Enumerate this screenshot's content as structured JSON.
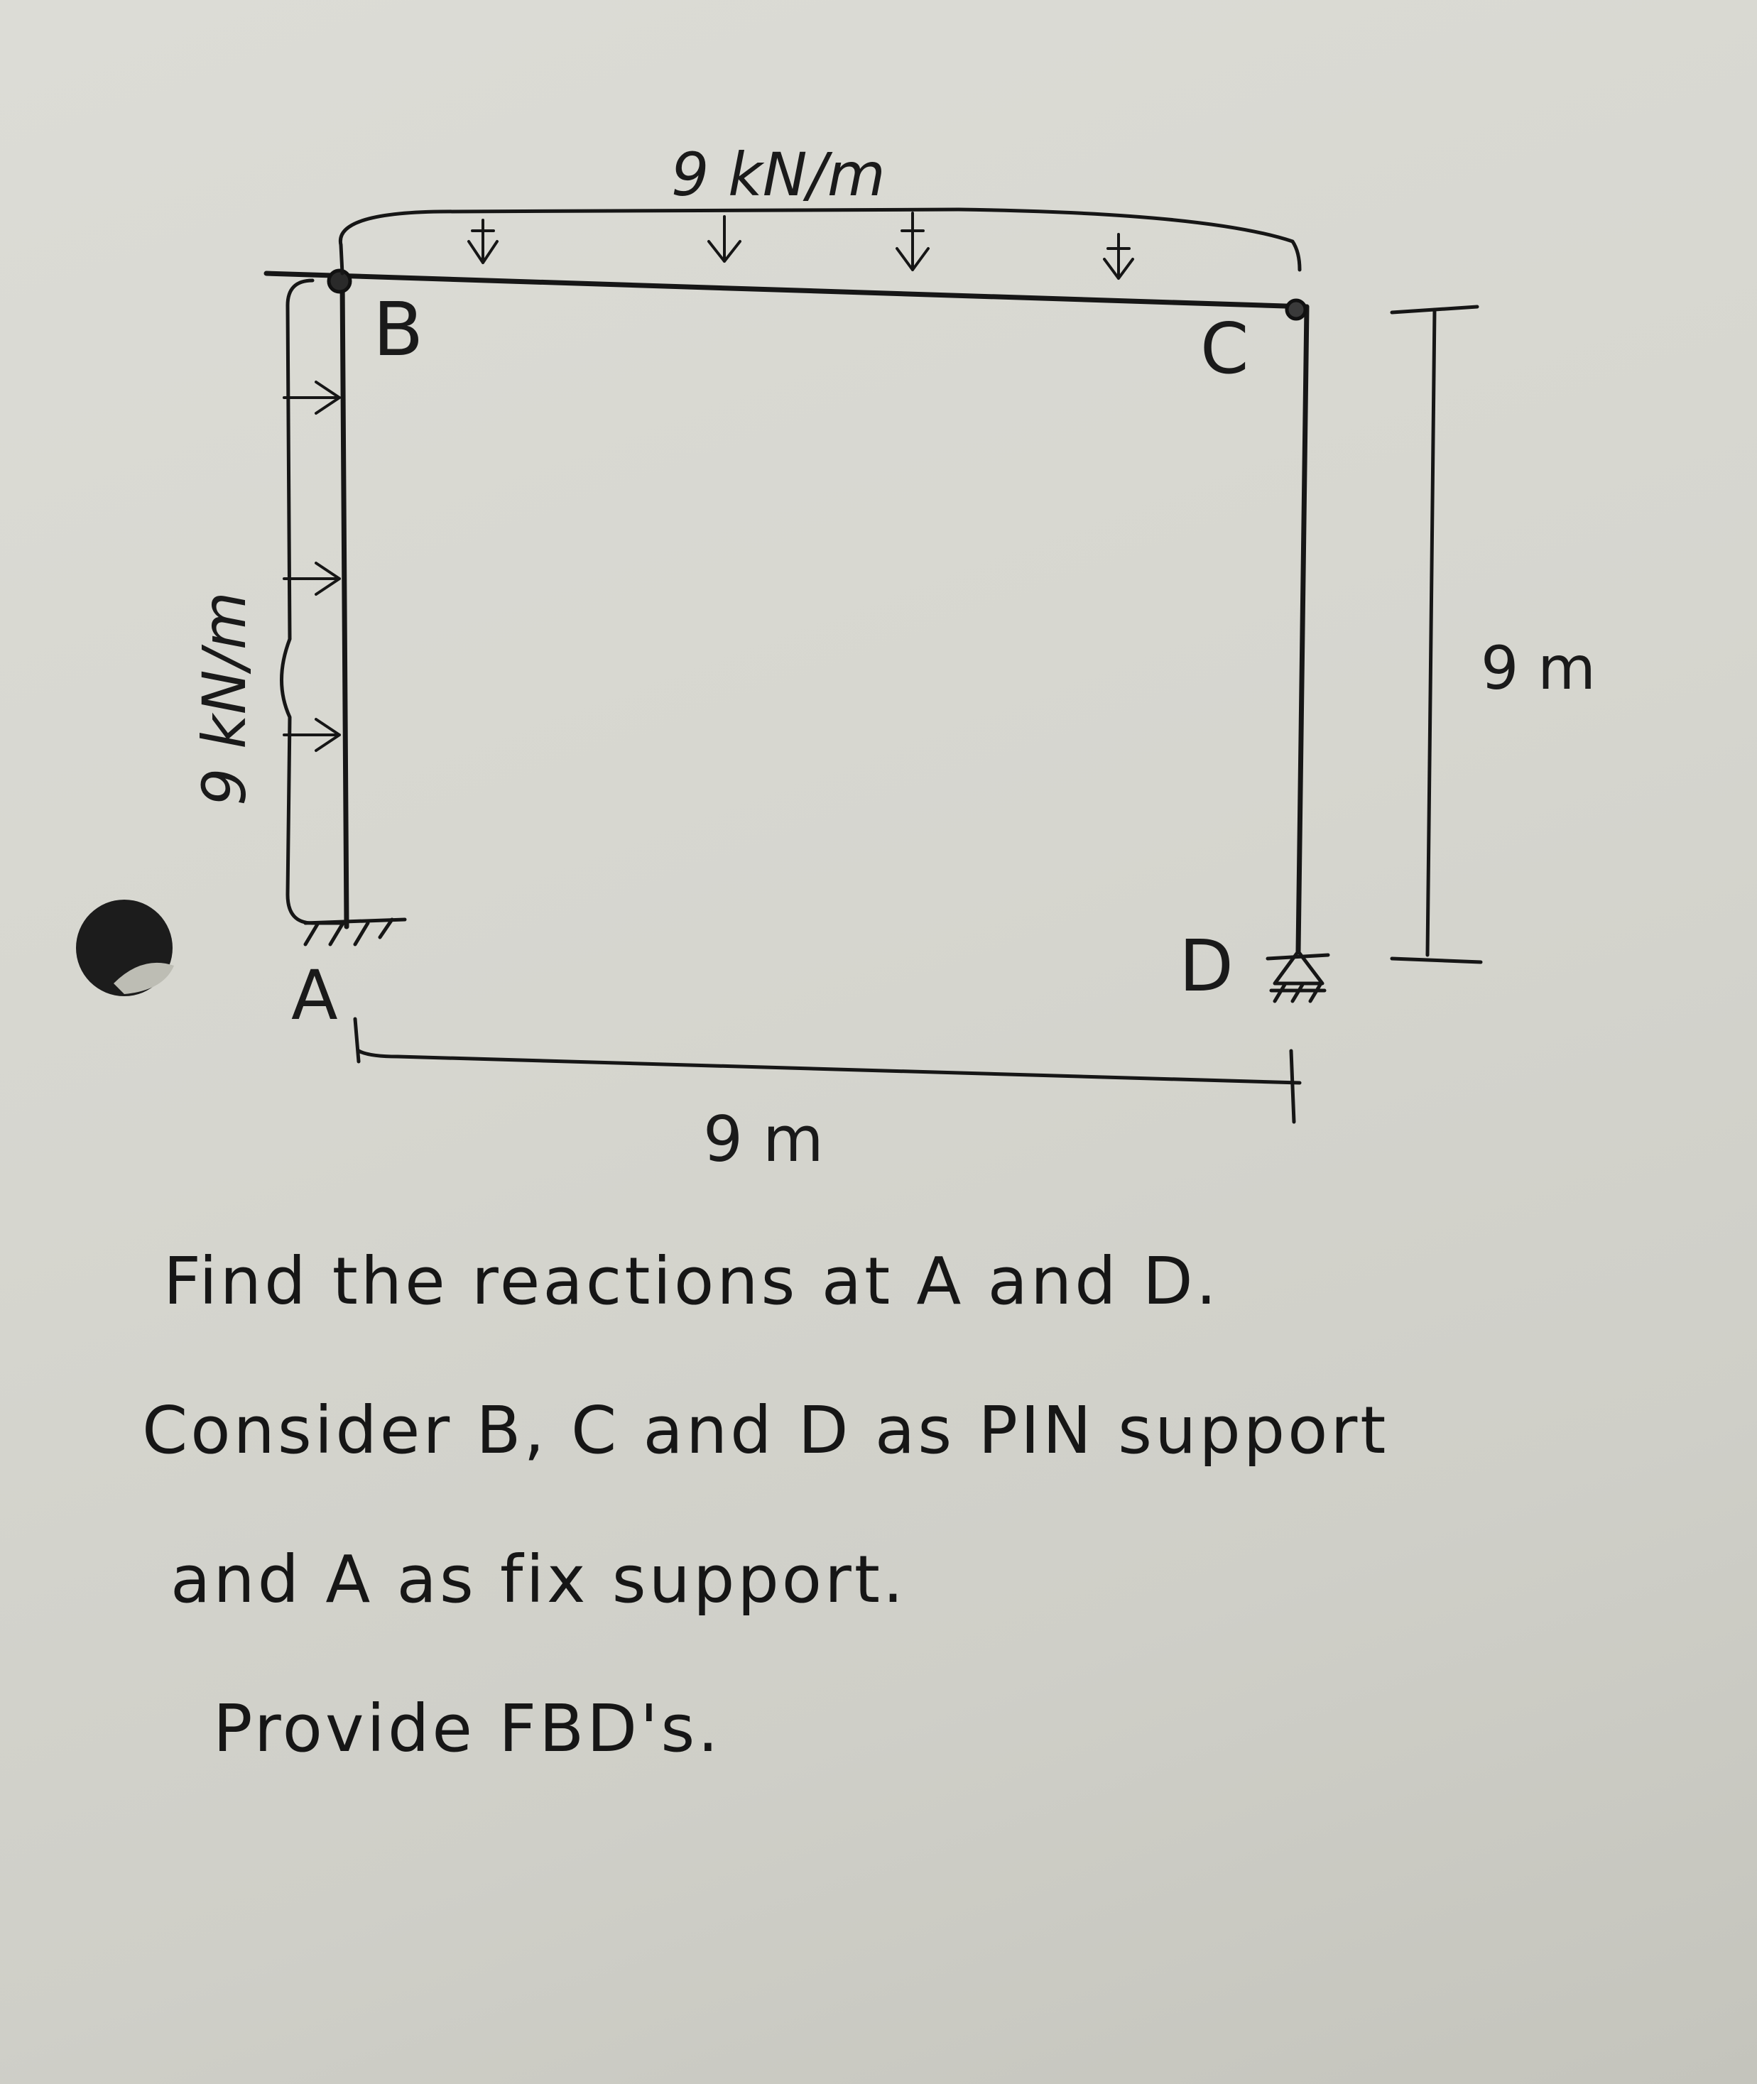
{
  "diagram": {
    "top_load": "9 kN/m",
    "left_load": "9 kN/m",
    "node_b": "B",
    "node_c": "C",
    "node_a": "A",
    "node_d": "D",
    "height_dim": "9 m",
    "width_dim": "9 m"
  },
  "problem": {
    "line1": "Find the reactions at A and D.",
    "line2": "Consider B, C and D as PIN support",
    "line3": "and  A as fix support.",
    "line4": "Provide FBD's."
  }
}
